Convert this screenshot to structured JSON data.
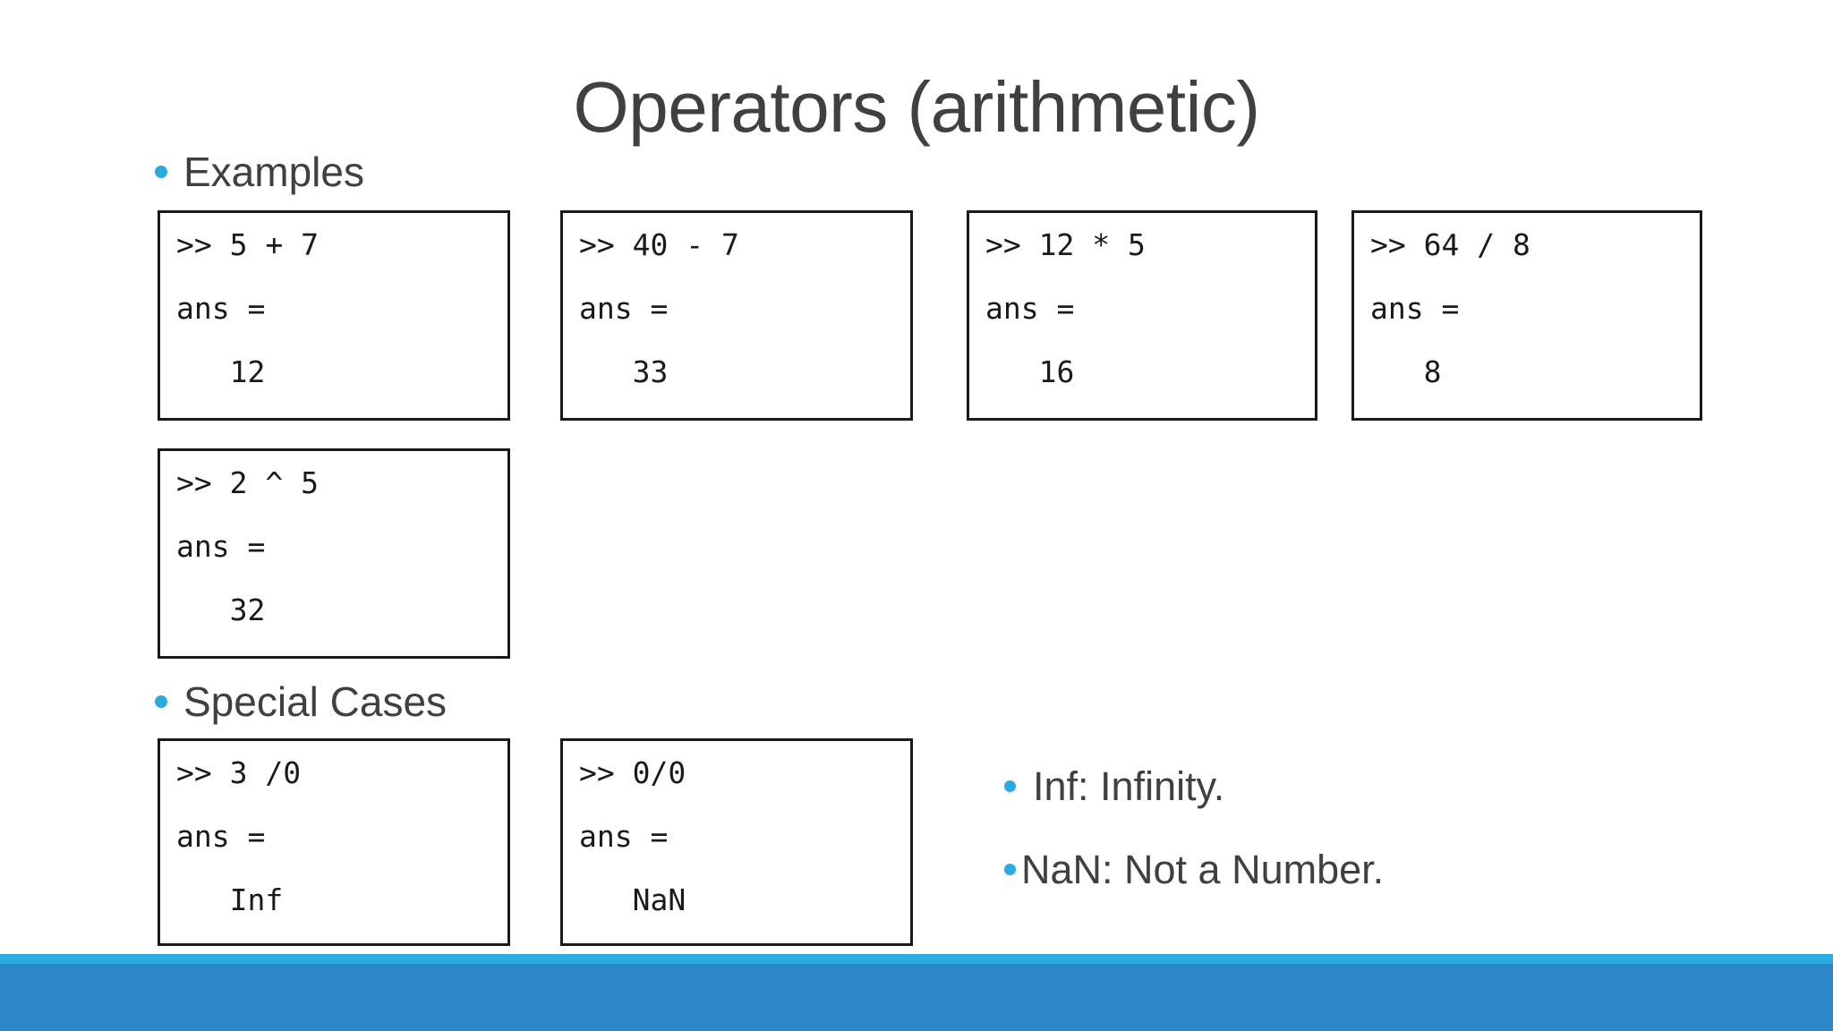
{
  "slide": {
    "title": "Operators (arithmetic)",
    "accent_color": "#29ABE2",
    "bar_color": "#2B87C8",
    "text_color": "#404040"
  },
  "sections": {
    "examples": {
      "label": "Examples"
    },
    "special_cases": {
      "label": "Special Cases"
    }
  },
  "example_boxes": [
    {
      "prompt": ">> 5 + 7",
      "ans_label": "ans =",
      "result": "   12"
    },
    {
      "prompt": ">> 40 - 7",
      "ans_label": "ans =",
      "result": "   33"
    },
    {
      "prompt": ">> 12 * 5",
      "ans_label": "ans =",
      "result": "   16"
    },
    {
      "prompt": ">> 64 / 8",
      "ans_label": "ans =",
      "result": "   8"
    },
    {
      "prompt": ">> 2 ^ 5",
      "ans_label": "ans =",
      "result": "   32"
    }
  ],
  "special_boxes": [
    {
      "prompt": ">> 3 /0",
      "ans_label": "ans =",
      "result": "   Inf"
    },
    {
      "prompt": ">> 0/0",
      "ans_label": "ans =",
      "result": "   NaN"
    }
  ],
  "notes": [
    {
      "text": "Inf: Infinity."
    },
    {
      "text": "NaN: Not a Number."
    }
  ]
}
